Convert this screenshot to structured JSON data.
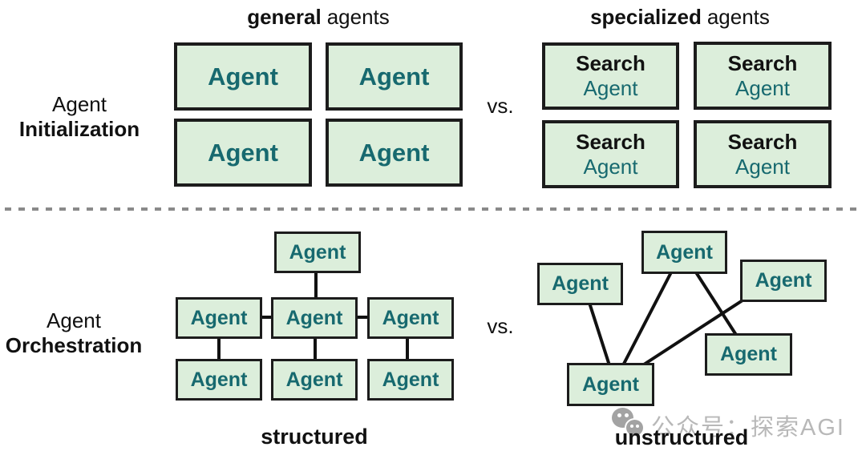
{
  "colors": {
    "box_fill": "#dceedb",
    "box_border": "#1c1c1c",
    "teal_text": "#17696f",
    "black_text": "#111111",
    "divider_gray": "#8a8a8a",
    "watermark_gray": "#b8b8b8",
    "watermark_icon": "#a3a3a3"
  },
  "sections": {
    "initialization": {
      "row_label_line1": "Agent",
      "row_label_line2": "Initialization",
      "left_title_bold": "general",
      "left_title_rest": "agents",
      "right_title_bold": "specialized",
      "right_title_rest": "agents",
      "vs": "vs.",
      "general_agent_label": "Agent",
      "search_agent_line1": "Search",
      "search_agent_line2": "Agent"
    },
    "orchestration": {
      "row_label_line1": "Agent",
      "row_label_line2": "Orchestration",
      "vs": "vs.",
      "agent_label": "Agent",
      "structured_caption": "structured",
      "unstructured_caption": "unstructured"
    }
  },
  "watermark": {
    "icon": "wechat-icon",
    "text": "公众号：探索AGI"
  }
}
